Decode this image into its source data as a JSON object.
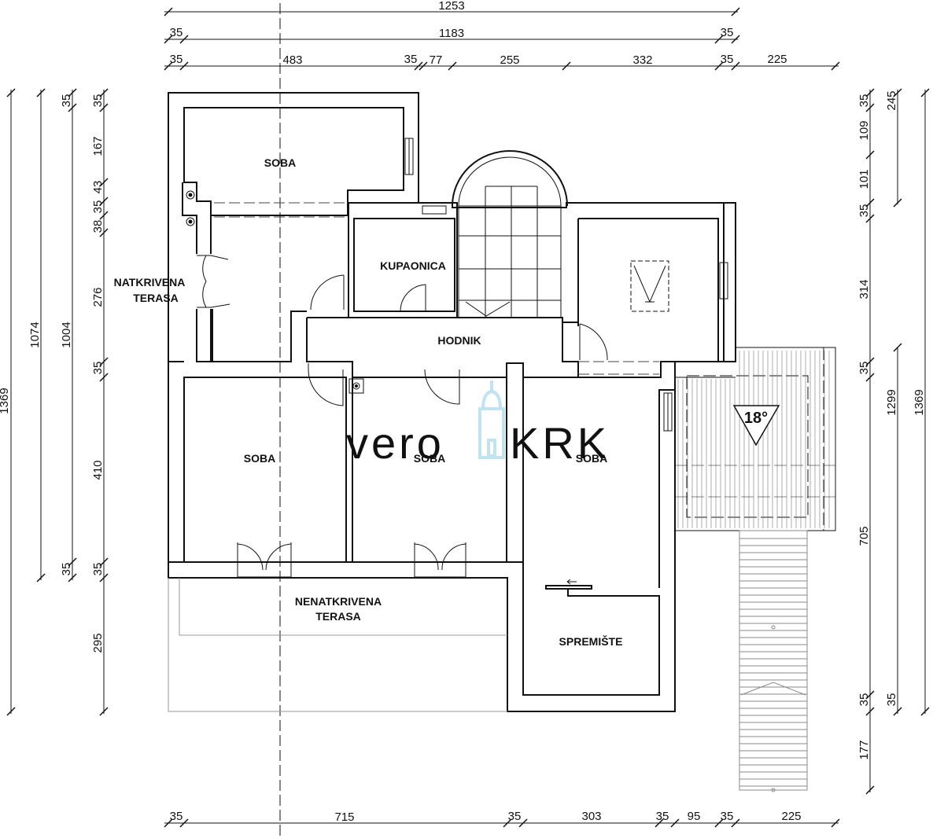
{
  "rooms": {
    "soba_top": "SOBA",
    "kupaonica": "KUPAONICA",
    "natkrivena_1": "NATKRIVENA",
    "natkrivena_2": "TERASA",
    "hodnik": "HODNIK",
    "soba_left": "SOBA",
    "soba_mid": "SOBA",
    "soba_right": "SOBA",
    "nenatkrivena_1": "NENATKRIVENA",
    "nenatkrivena_2": "TERASA",
    "spremiste": "SPREMIŠTE"
  },
  "roof_slope": "18°",
  "watermark": {
    "left": "vero",
    "right": "KRK"
  },
  "dims": {
    "top1": [
      "1253"
    ],
    "top2": [
      "35",
      "1183",
      "35"
    ],
    "top3": [
      "35",
      "483",
      "35",
      "77",
      "255",
      "332",
      "35",
      "225"
    ],
    "bottom": [
      "35",
      "715",
      "35",
      "303",
      "35",
      "95",
      "35",
      "225"
    ],
    "left_outer": "1369",
    "left_1074": "1074",
    "left_1004": "1004",
    "left_col_35a": "35",
    "left_col_35b": "35",
    "left_inner": [
      "35",
      "167",
      "43",
      "35",
      "38",
      "276",
      "35",
      "410",
      "35",
      "295"
    ],
    "right_inner": [
      "35",
      "109",
      "101",
      "35",
      "314",
      "35",
      "705",
      "35",
      "177"
    ],
    "right_245": "245",
    "right_1299": "1299",
    "right_1369": "1369",
    "right_35": "35"
  },
  "colors": {
    "wall": "#111111",
    "watermark": "#bfe3f1",
    "terrace_outline": "#9a9a9a"
  }
}
